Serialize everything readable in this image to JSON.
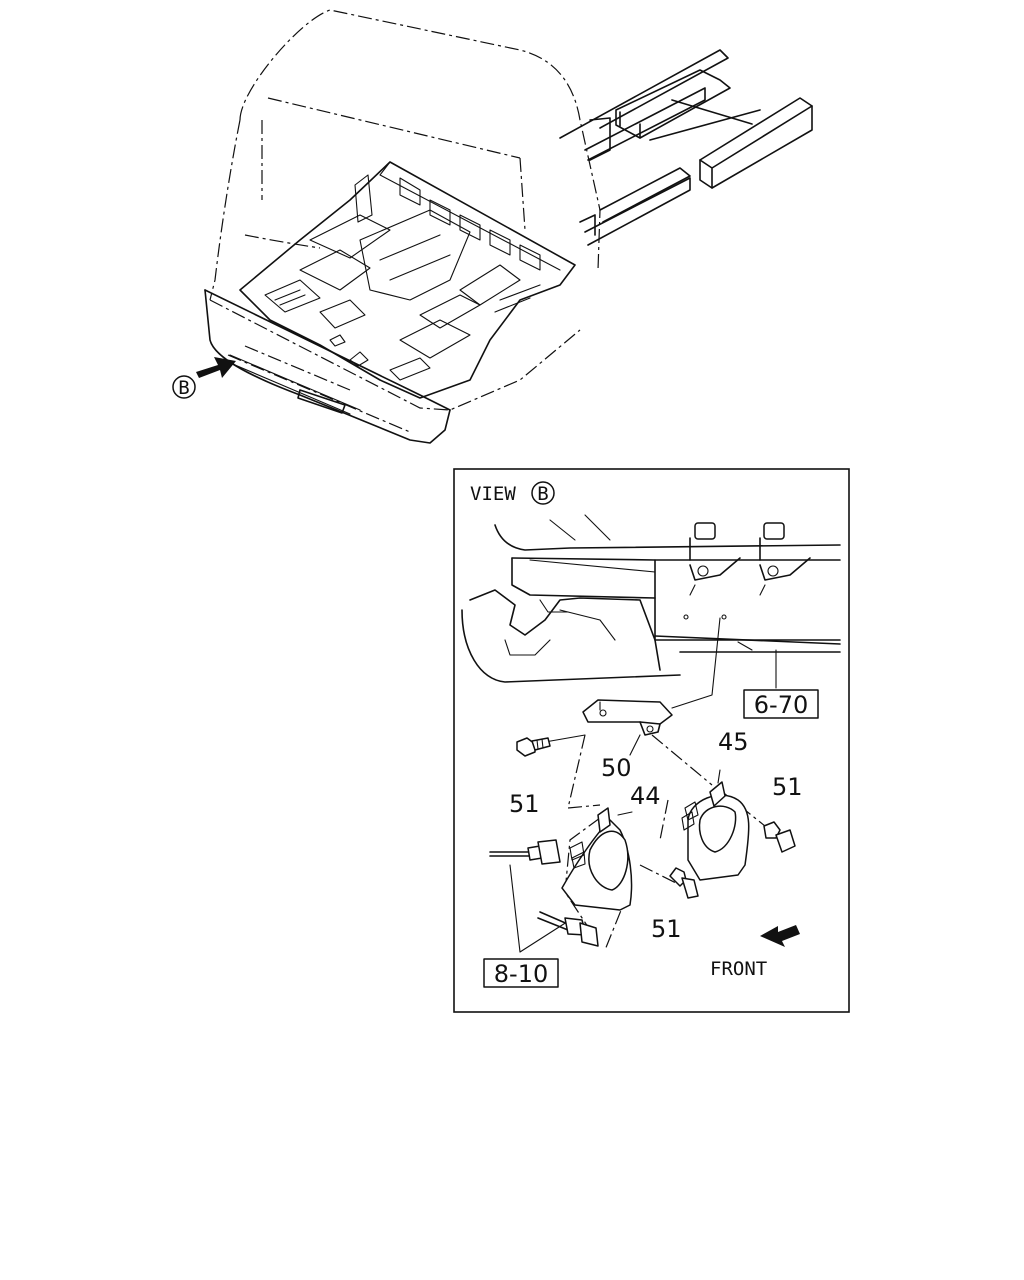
{
  "view_marker": "B",
  "view_title": "VIEW",
  "front_label": "FRONT",
  "refs": {
    "ref_6_70": "6-70",
    "ref_8_10": "8-10"
  },
  "callouts": {
    "c45": "45",
    "c50": "50",
    "c44": "44",
    "c51_left": "51",
    "c51_right": "51",
    "c51_mid": "51"
  }
}
